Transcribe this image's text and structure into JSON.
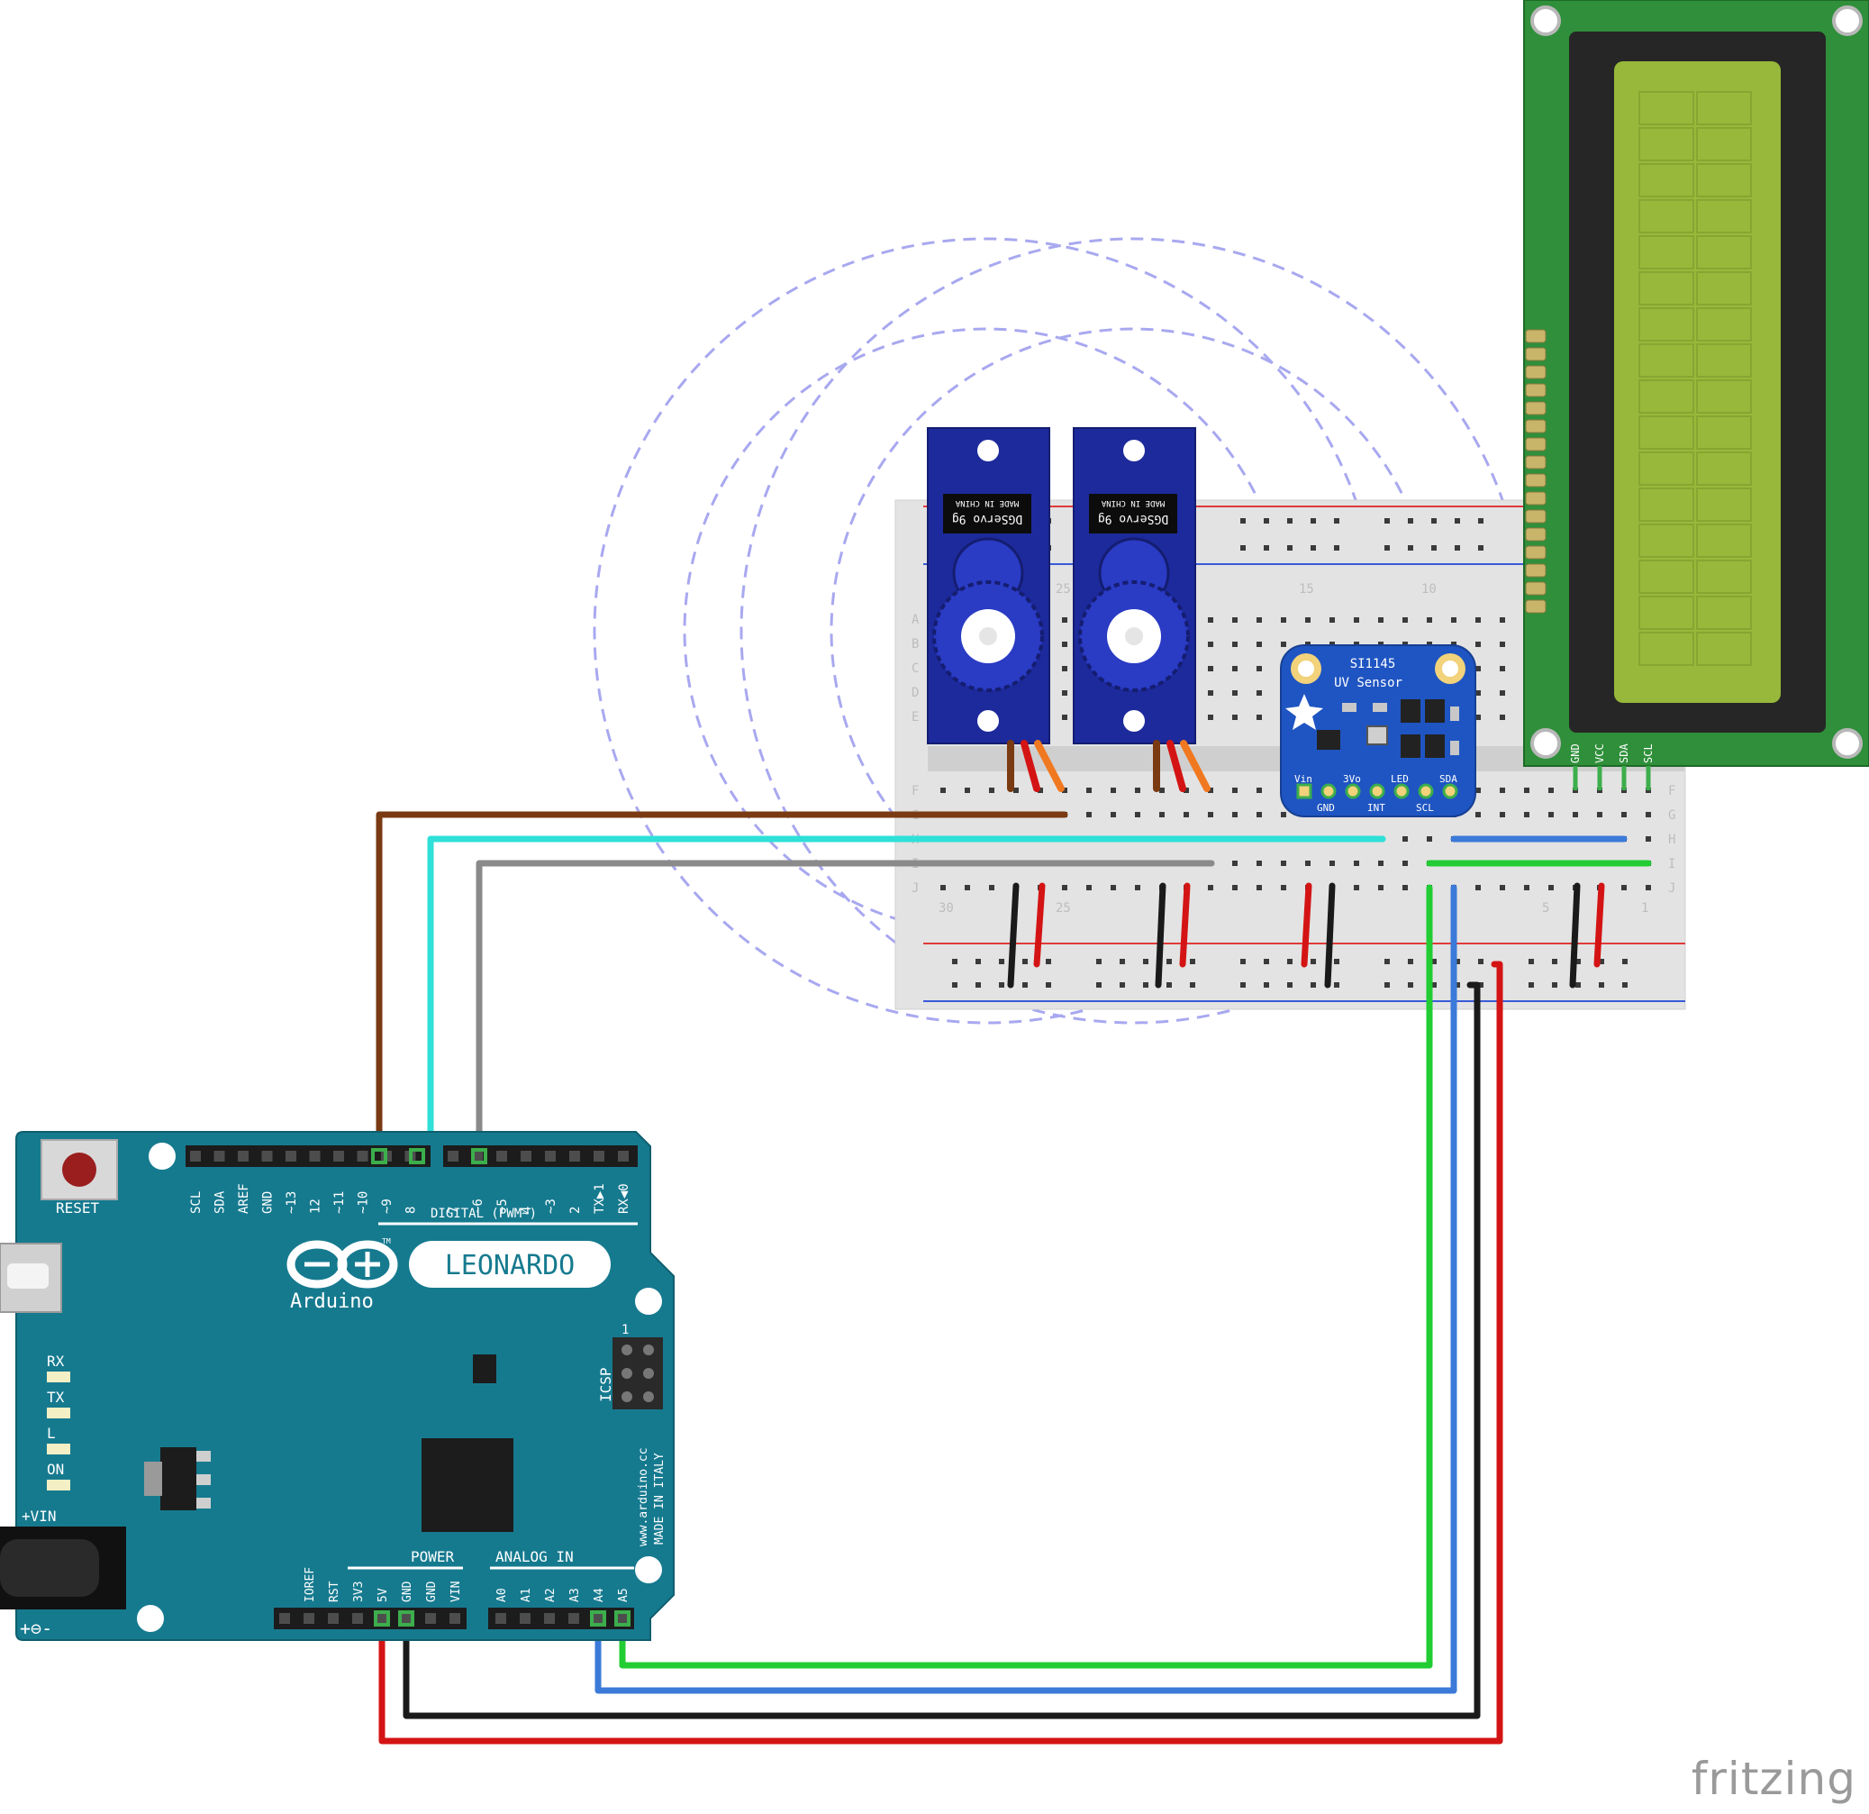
{
  "arduino": {
    "reset_label": "RESET",
    "board_name": "LEONARDO",
    "brand": "Arduino",
    "tm": "TM",
    "digital_header_labels": [
      "SCL",
      "SDA",
      "AREF",
      "GND",
      "~13",
      "12",
      "~11",
      "~10",
      "~9",
      "8",
      "7",
      "~6",
      "~5",
      "4",
      "~3",
      "2",
      "TX▶1",
      "RX◀0"
    ],
    "digital_title": "DIGITAL (PWM~)",
    "icsp_label": "ICSP",
    "icsp_pin1": "1",
    "leds": [
      "RX",
      "TX",
      "L",
      "ON"
    ],
    "vin_label": "+VIN",
    "website": "www.arduino.cc",
    "made_in": "MADE IN ITALY",
    "power_title": "POWER",
    "analog_title": "ANALOG IN",
    "power_labels": [
      "IOREF",
      "RST",
      "3V3",
      "5V",
      "GND",
      "GND",
      "VIN"
    ],
    "analog_labels": [
      "A0",
      "A1",
      "A2",
      "A3",
      "A4",
      "A5"
    ],
    "polarity": "+⊖-"
  },
  "breadboard": {
    "row_letters_top": [
      "A",
      "B",
      "C",
      "D",
      "E"
    ],
    "row_letters_bottom": [
      "F",
      "G",
      "H",
      "I",
      "J"
    ],
    "col_numbers": [
      "30",
      "25",
      "15",
      "10",
      "5",
      "1"
    ]
  },
  "servos": [
    {
      "label": "DGServo 9g",
      "sub": "MADE IN CHINA"
    },
    {
      "label": "DGServo 9g",
      "sub": "MADE IN CHINA"
    }
  ],
  "uv_sensor": {
    "title": "SI1145",
    "subtitle": "UV Sensor",
    "pins_top": [
      "Vin",
      "3Vo",
      "LED",
      "SDA"
    ],
    "pins_bottom": [
      "GND",
      "INT",
      "SCL"
    ]
  },
  "lcd": {
    "pins": [
      "GND",
      "VCC",
      "SDA",
      "SCL"
    ]
  },
  "watermark": "fritzing",
  "colors": {
    "board_blue": "#167a8f",
    "board_light": "#e8f3f5",
    "servo_blue": "#1d2a9c",
    "uv_blue": "#1f55c2",
    "lcd_green": "#2f8f3a",
    "lcd_screen": "#97b83a",
    "wire_brown": "#7a3a12",
    "wire_cyan": "#2fe0d8",
    "wire_gray": "#8a8a8a",
    "wire_green": "#22cc33",
    "wire_blue": "#3b7ad8",
    "wire_black": "#1a1a1a",
    "wire_red": "#d41414",
    "radius_dash": "#a8a8f0"
  }
}
